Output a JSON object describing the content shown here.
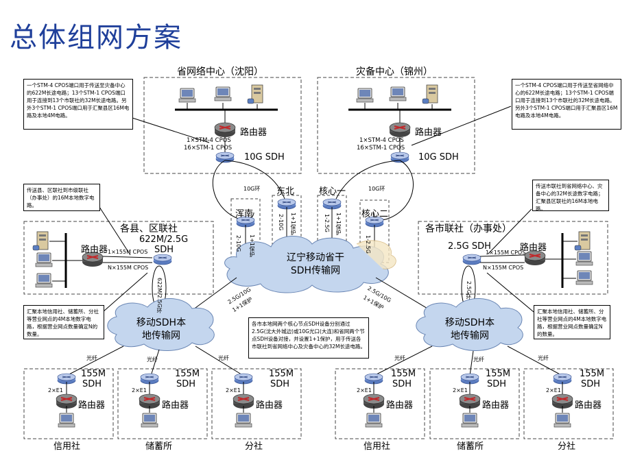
{
  "title": "总体组网方案",
  "centers": {
    "shenyang": "省网络中心（沈阳）",
    "jinzhou": "灾备中心（锦州）"
  },
  "labels": {
    "router": "路由器",
    "sdh10g": "10G SDH",
    "stm4": "1×STM-4 CPOS",
    "stm1": "16×STM-1 CPOS",
    "ring10g": "10G环",
    "hunnan": "浑南",
    "dongbei": "东北",
    "core1": "核心一",
    "core2": "核心二",
    "h_2_10g": "2-10G",
    "h_2_10g_b": "2-10G",
    "h_1plus1": "1+1保护",
    "h_1_2_5g": "1-2.5G",
    "h_1plus1_b": "1+1保护",
    "h_1_2_5g_b": "1-2.5G",
    "h_1plus1_c": "1+1保护",
    "county": "各县、区联社",
    "city": "各市联社（办事处）",
    "sdh_622_25": "622M/2.5G",
    "sdh": "SDH",
    "sdh_25": "2.5G SDH",
    "c155_1": "1×155M CPOS",
    "cN155_1": "N×155M CPOS",
    "c155_2": "1×155M CPOS",
    "cN155_2": "N×155M CPOS",
    "ring_622_25": "622M/2.5G环",
    "ring_25": "2.5G环",
    "backbone_l1": "辽宁移动省干",
    "backbone_l2": "SDH传输网",
    "local_l1": "移动SDH本",
    "local_l2": "地传输网",
    "uplink_l": "2.5G/10G",
    "uplink_l2": "1+1保护",
    "uplink_r": "2.5G/10G",
    "uplink_r2": "1+1保护",
    "fiber": "光纤",
    "m155": "155M",
    "e1": "2×E1",
    "credit": "信用社",
    "savings": "储蓄所",
    "branch": "分社"
  },
  "notes": {
    "tl": "一个STM-4 CPOS端口用于传送至灾备中心的622M长途电路；13个STM-1 CPOS端口用于连接到13个市联社的32M长途电路。另外3个STM-1 CPOS端口用于汇聚县区16M电路及本地4M电路。",
    "tr": "一个STM-4 CPOS端口用于传送至省网络中心的622M长途电路；13个STM-1 CPOS端口用于连接到13个市联社的32M长途电路。另外3个STM-1 CPOS端口用于汇聚县区16M电路及本地4M电路。",
    "ml": "传送县、区联社到市级联社（办事处）的16M本地数字电路。",
    "mr": "传送市联社到省网络中心、灾备中心的32M长途数字电路；汇聚县区联社的16M本地电路。",
    "bl": "汇聚本地信用社、储蓄所、分社等营业网点的4M本地数字电路，根据营业网点数量确定N的数量。",
    "br": "汇聚本地信用社、储蓄所、分社等营业网点的4M本地数字电路，根据营业网点数量确定N的数量。",
    "bc": "各市本地网两个核心节点SDH设备分别通过2.5G(沈大外城边)或10G光口(大连)和省网两个节点SDH设备对接，并设置1+1保护，用于传送各市联社到省网络中心及灾备中心的32M长途电路。"
  }
}
